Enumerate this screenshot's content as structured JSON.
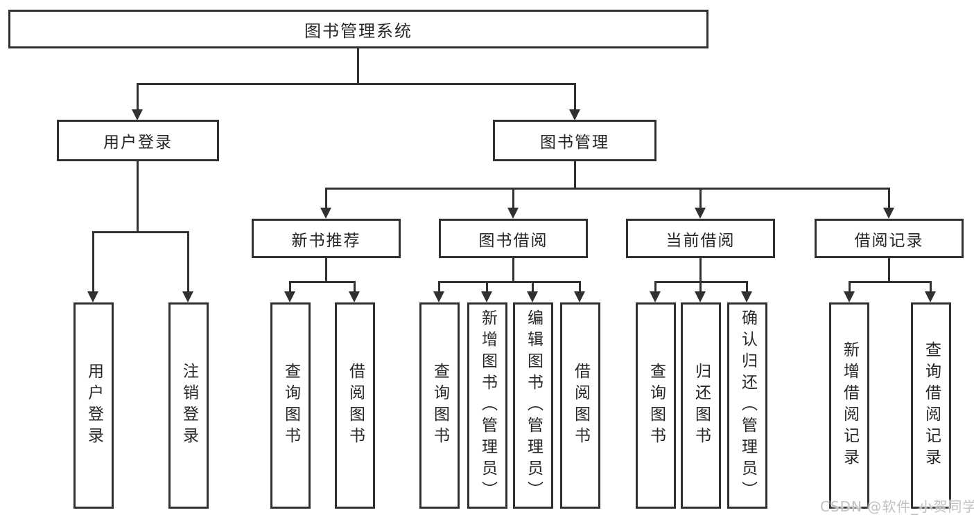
{
  "colors": {
    "line": "#303030",
    "box_border": "#303030",
    "text": "#262626",
    "background": "#ffffff",
    "watermark": "#c2c2c2"
  },
  "watermark": "CSDN @软件_小贺同学",
  "tree": {
    "label": "图书管理系统",
    "children": [
      {
        "label": "用户登录",
        "children": [
          {
            "label": "用户登录"
          },
          {
            "label": "注销登录"
          }
        ]
      },
      {
        "label": "图书管理",
        "children": [
          {
            "label": "新书推荐",
            "children": [
              {
                "label": "查询图书"
              },
              {
                "label": "借阅图书"
              }
            ]
          },
          {
            "label": "图书借阅",
            "children": [
              {
                "label": "查询图书"
              },
              {
                "label": "新增图书（管理员）"
              },
              {
                "label": "编辑图书（管理员）"
              },
              {
                "label": "借阅图书"
              }
            ]
          },
          {
            "label": "当前借阅",
            "children": [
              {
                "label": "查询图书"
              },
              {
                "label": "归还图书"
              },
              {
                "label": "确认归还（管理员）"
              }
            ]
          },
          {
            "label": "借阅记录",
            "children": [
              {
                "label": "新增借阅记录"
              },
              {
                "label": "查询借阅记录"
              }
            ]
          }
        ]
      }
    ]
  }
}
